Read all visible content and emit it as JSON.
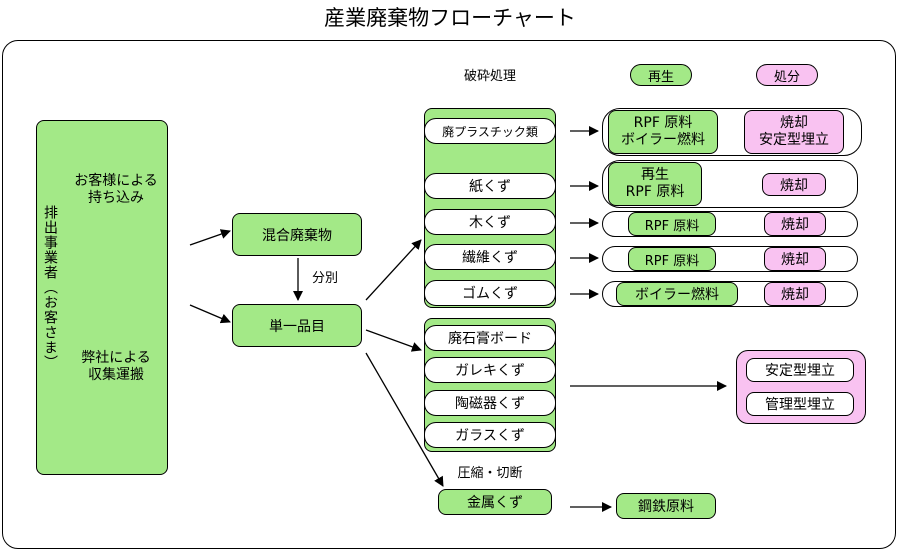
{
  "title": "産業廃棄物フローチャート",
  "legend": {
    "crush": "破砕処理",
    "recycle": "再生",
    "disposal": "処分",
    "compress": "圧縮・切断",
    "sort": "分別"
  },
  "source": {
    "vertical": "排出事業者（お客さま）",
    "brought_line1": "お客様による",
    "brought_line2": "持ち込み",
    "collected_line1": "弊社による",
    "collected_line2": "収集運搬"
  },
  "mixed_waste": "混合廃棄物",
  "single_item": "単一品目",
  "crushed_items": [
    "廃プラスチック類",
    "紙くず",
    "木くず",
    "繊維くず",
    "ゴムくず"
  ],
  "recycle_outputs": [
    {
      "line1": "RPF 原料",
      "line2": "ボイラー燃料"
    },
    {
      "line1": "再生",
      "line2": "RPF 原料"
    },
    {
      "line1": "RPF 原料",
      "line2": ""
    },
    {
      "line1": "RPF 原料",
      "line2": ""
    },
    {
      "line1": "ボイラー燃料",
      "line2": ""
    }
  ],
  "disposal_outputs": [
    {
      "line1": "焼却",
      "line2": "安定型埋立"
    },
    {
      "line1": "焼却",
      "line2": ""
    },
    {
      "line1": "焼却",
      "line2": ""
    },
    {
      "line1": "焼却",
      "line2": ""
    },
    {
      "line1": "焼却",
      "line2": ""
    }
  ],
  "landfill_items": [
    "廃石膏ボード",
    "ガレキくず",
    "陶磁器くず",
    "ガラスくず"
  ],
  "landfill_outputs": [
    "安定型埋立",
    "管理型埋立"
  ],
  "metal": "金属くず",
  "metal_output": "鋼鉄原料",
  "colors": {
    "green": "#a3e987",
    "pink": "#f9c2f1",
    "border": "#000000"
  }
}
